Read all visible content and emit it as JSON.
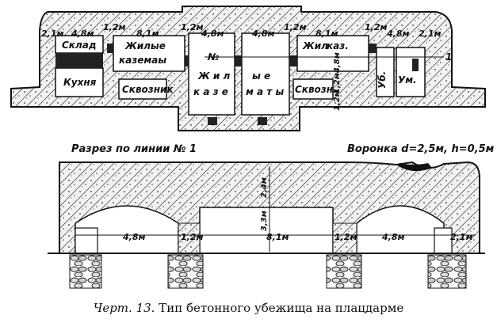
{
  "plan": {
    "dims_top": [
      "2,1м",
      "4,8м",
      "1,2м",
      "8,1м",
      "1,2м",
      "4,8м",
      "4,8м",
      "1,2м",
      "8,1м",
      "1,2м",
      "4,8м",
      "2,1м"
    ],
    "rooms": {
      "sklad": "Склад",
      "kukhnya": "Кухня",
      "zhilye_kazematy_left_1": "Жилые",
      "zhilye_kazematy_left_2": "каземаы",
      "skvoznik_left": "Сквозник",
      "zhilye_center_1": "Ж и л",
      "zhilye_center_2": "ы е",
      "kazematy_center_1": "к а з е",
      "kazematy_center_2": "м а т ы",
      "zhil_kaz_right_1": "Жил",
      "zhil_kaz_right_2": "каз.",
      "skvozn_right": "Сквозн.",
      "ub": "Уб.",
      "um": "Ум."
    },
    "section_marker_left": "№",
    "section_marker_right": "1",
    "vertical_dims": [
      "4,8м",
      "1,2м",
      "1,2м"
    ]
  },
  "section": {
    "title": "Разрез по линии № 1",
    "crater_note": "Воронка d=2,5м, h=0,5м",
    "dims_bottom": [
      "4,8м",
      "1,2м",
      "8,1м",
      "1,2м",
      "4,8м",
      "2,1м"
    ],
    "vertical_dims": [
      "2,4м",
      "3,3м"
    ]
  },
  "caption": {
    "label": "Черт. 13.",
    "text": "Тип бетонного убежища на плацдарме"
  }
}
